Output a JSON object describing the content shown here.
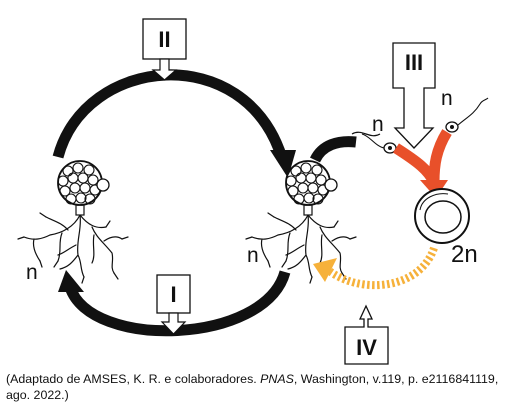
{
  "diagram": {
    "stages": {
      "I": "I",
      "II": "II",
      "III": "III",
      "IV": "IV"
    },
    "ploidy": {
      "left_organism": "n",
      "right_organism": "n",
      "zoospore_left": "n",
      "zoospore_right": "n",
      "zygote": "2n"
    },
    "colors": {
      "cycle_arrow": "#111111",
      "fusion_arrow": "#e8502a",
      "germination_arrow": "#f6b13a"
    }
  },
  "caption": {
    "part1": "(Adaptado de AMSES, K. R. e colaboradores. ",
    "journal": "PNAS",
    "part2": ", Washington, v.119, p. e2116841119, ago. 2022.)"
  }
}
